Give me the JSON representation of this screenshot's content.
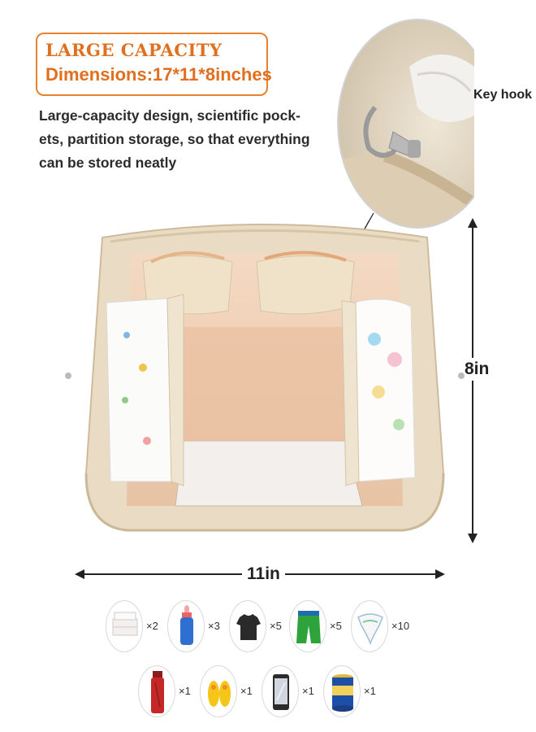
{
  "header": {
    "title": "LARGE CAPACITY",
    "dimensions": "Dimensions:17*11*8inches"
  },
  "description_lines": [
    "Large-capacity design, scientific pock-",
    "ets, partition storage, so that everything",
    "can be stored neatly"
  ],
  "callout": {
    "label": "Key hook"
  },
  "measurements": {
    "height": "8in",
    "width": "11in"
  },
  "items_row1": [
    {
      "icon": "wipes-icon",
      "qty": "×2"
    },
    {
      "icon": "baby-bottle-icon",
      "qty": "×3"
    },
    {
      "icon": "tshirt-icon",
      "qty": "×5"
    },
    {
      "icon": "pants-icon",
      "qty": "×5"
    },
    {
      "icon": "diaper-icon",
      "qty": "×10"
    }
  ],
  "items_row2": [
    {
      "icon": "thermos-icon",
      "qty": "×1"
    },
    {
      "icon": "slippers-icon",
      "qty": "×1"
    },
    {
      "icon": "phone-icon",
      "qty": "×1"
    },
    {
      "icon": "formula-can-icon",
      "qty": "×1"
    }
  ],
  "colors": {
    "accent": "#e0701f",
    "bag": "#eadcc4"
  }
}
